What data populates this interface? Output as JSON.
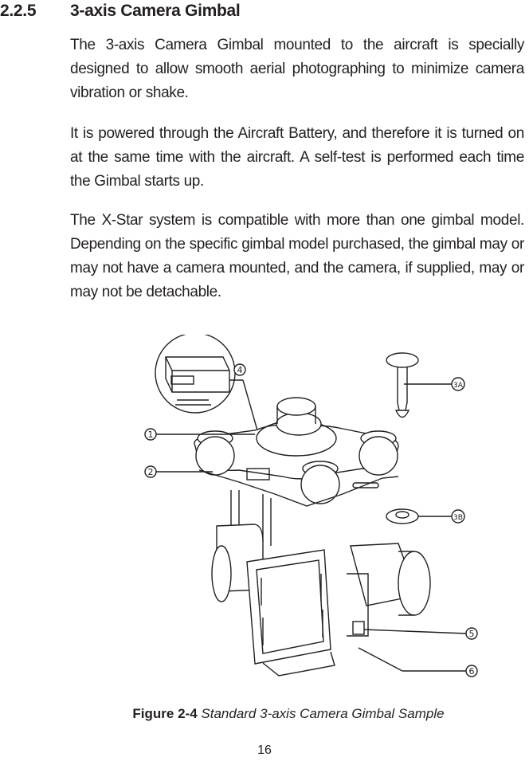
{
  "section": {
    "number": "2.2.5",
    "title": "3-axis Camera Gimbal"
  },
  "paragraphs": [
    "The 3-axis Camera Gimbal mounted to the aircraft is specially designed to allow smooth aerial photographing to minimize camera vibration or shake.",
    "It is powered through the Aircraft Battery, and therefore it is turned on at the same time with the aircraft. A self-test is performed each time the Gimbal starts up.",
    "The X-Star system is compatible with more than one gimbal model. Depending on the specific gimbal model purchased, the gimbal may or may not have a camera mounted, and the camera, if supplied, may or may not be detachable."
  ],
  "figure": {
    "callouts": [
      "1",
      "2",
      "3A",
      "3B",
      "4",
      "5",
      "6"
    ],
    "caption_label": "Figure 2-4",
    "caption_text": "Standard 3-axis Camera Gimbal Sample"
  },
  "page_number": "16"
}
